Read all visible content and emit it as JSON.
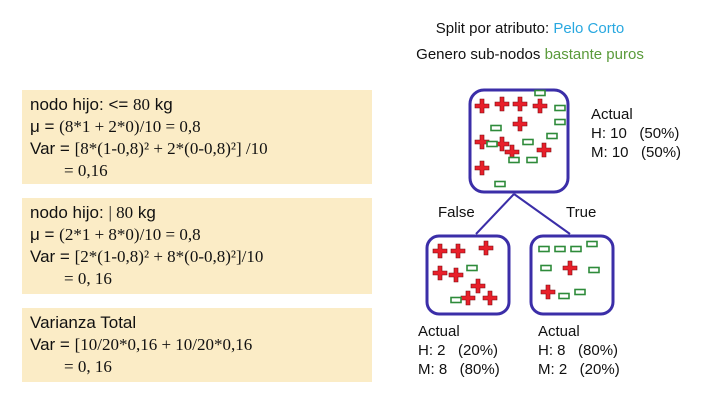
{
  "header": {
    "line1_prefix": "Split por atributo: ",
    "line1_value": "Pelo Corto",
    "line2_prefix": "Genero sub-nodos ",
    "line2_value": "bastante puros"
  },
  "boxes": [
    {
      "title_prefix": "nodo hijo: <= ",
      "title_value": "80",
      "title_suffix": " kg",
      "mu_label": "μ = ",
      "mu_expr": "(8*1 + 2*0)/10 = 0,8",
      "var_label": "Var = ",
      "var_expr": "[8*(1-0,8)² + 2*(0-0,8)²] /10",
      "var_result": "= 0,16"
    },
    {
      "title_prefix": "nodo hijo: ",
      "title_value": "| 80",
      "title_suffix": " kg",
      "mu_label": "μ = ",
      "mu_expr": "(2*1 + 8*0)/10 = 0,8",
      "var_label": "Var = ",
      "var_expr": "[2*(1-0,8)² + 8*(0-0,8)²]/10",
      "var_result": "= 0, 16"
    },
    {
      "title": "Varianza Total",
      "var_label": "Var = ",
      "var_expr": "[10/20*0,16 + 10/20*0,16",
      "var_result": "= 0, 16"
    }
  ],
  "tree": {
    "root": {
      "label": "Actual",
      "h": "H: 10   (50%)",
      "m": "M: 10   (50%)"
    },
    "left": {
      "label": "Actual",
      "h": "H: 2   (20%)",
      "m": "M: 8   (80%)"
    },
    "right": {
      "label": "Actual",
      "h": "H: 8   (80%)",
      "m": "M: 2   (20%)"
    },
    "false_label": "False",
    "true_label": "True"
  },
  "colors": {
    "node_border": "#3b2ea8",
    "plus": "#e8202a",
    "minus": "#2e8b3a",
    "box_bg": "#fbecc6"
  }
}
